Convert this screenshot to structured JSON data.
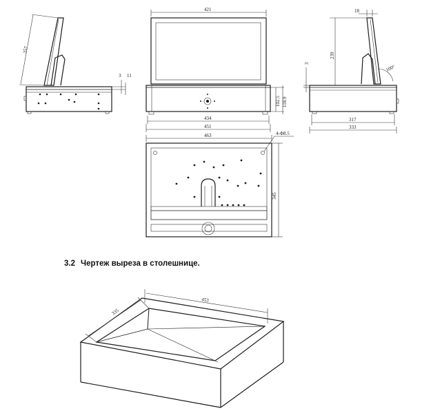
{
  "section": {
    "number": "3.2",
    "title": "Чертеж выреза в столешнице."
  },
  "side_view_left": {
    "dims": [
      "357",
      "3",
      "11"
    ]
  },
  "front_view": {
    "dims": [
      "421",
      "102.5",
      "118.9",
      "434",
      "451"
    ]
  },
  "side_view_right": {
    "dims": [
      "18",
      "239",
      "100°",
      "3",
      "317",
      "333"
    ]
  },
  "top_view": {
    "dims": [
      "463",
      "4-Φ8.5",
      "345"
    ]
  },
  "cutout": {
    "dims": [
      "453",
      "335"
    ]
  },
  "colors": {
    "line": "#1a1a1a",
    "background": "#ffffff"
  }
}
